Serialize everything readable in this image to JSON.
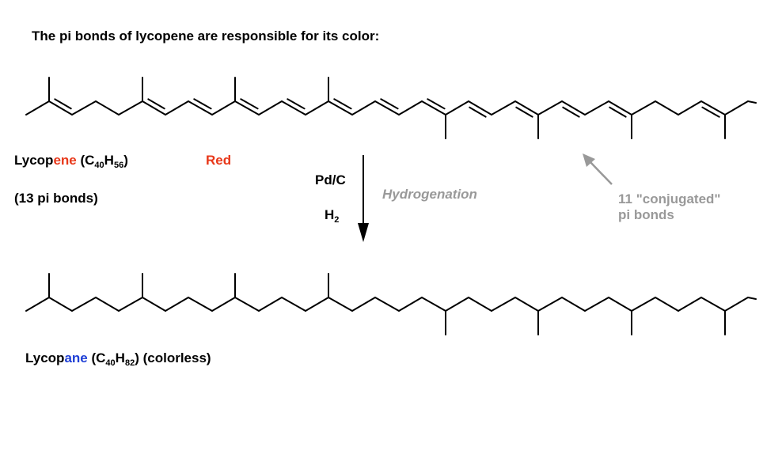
{
  "title": "The pi bonds of lycopene are responsible for its color:",
  "lycopene": {
    "name_prefix": "Lycop",
    "name_suffix": "ene",
    "formula_open": "(C",
    "formula_c_sub": "40",
    "formula_h": "H",
    "formula_h_sub": "56",
    "formula_close": ")",
    "pi_bonds": "(13 pi bonds)",
    "color_label": "Red"
  },
  "reaction": {
    "catalyst": "Pd/C",
    "reagent_base": "H",
    "reagent_sub": "2",
    "process": "Hydrogenation"
  },
  "conjugated_note": {
    "line1": "11 \"conjugated\"",
    "line2": "pi bonds"
  },
  "lycopane": {
    "name_prefix": "Lycop",
    "name_suffix": "ane",
    "formula_open": "(C",
    "formula_c_sub": "40",
    "formula_h": "H",
    "formula_h_sub": "82",
    "formula_close": ")",
    "color_note": "(colorless)"
  },
  "colors": {
    "ene_highlight": "#e8381a",
    "ane_highlight": "#1f3fd6",
    "annotation_gray": "#999999",
    "bond": "#000000"
  },
  "icons": {
    "reaction_arrow": "down-arrow-icon",
    "pointer_arrow": "pointer-arrow-icon"
  }
}
